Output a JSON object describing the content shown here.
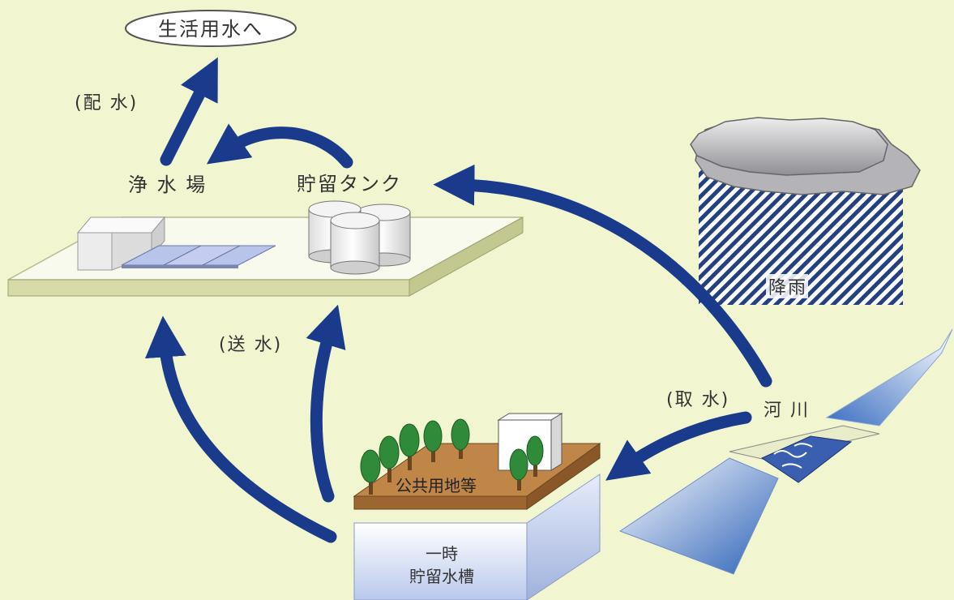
{
  "labels": {
    "domestic_water": "生活用水へ",
    "distribution": "(配 水)",
    "purification_plant": "浄 水 場",
    "storage_tank": "貯留タンク",
    "rainfall": "降雨",
    "conveyance": "(送 水)",
    "intake": "(取 水)",
    "river": "河 川",
    "public_land": "公共用地等",
    "temp_tank_line1": "一時",
    "temp_tank_line2": "貯留水槽"
  },
  "colors": {
    "background": "#f2f6d0",
    "arrow": "#1a3a8c",
    "platform_top": "#f8faee",
    "platform_side": "#d6dba8",
    "tree": "#2f8a3a",
    "ground": "#b87a3a"
  }
}
